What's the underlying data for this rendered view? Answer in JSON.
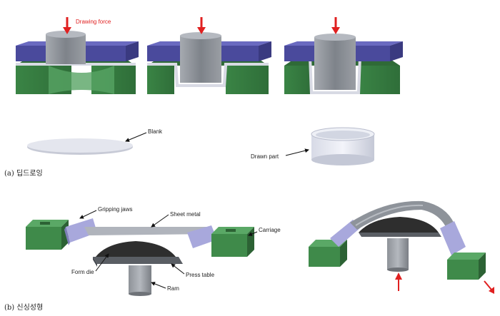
{
  "deep_drawing": {
    "caption": "(a) 딥드로잉",
    "drawing_force_label": "Drawing force",
    "blank_label": "Blank",
    "drawn_part_label": "Drawn part"
  },
  "stretch_forming": {
    "caption": "(b) 신싱성형",
    "gripping_jaws_label": "Gripping jaws",
    "sheet_metal_label": "Sheet metal",
    "carriage_label": "Carriage",
    "form_die_label": "Form die",
    "press_table_label": "Press table",
    "ram_label": "Ram"
  },
  "colors": {
    "die_blue": "#5a5aa8",
    "block_green": "#3f8a4a",
    "punch_gray": "#8a8f96",
    "sheet_light": "#cfd3e0",
    "force_red": "#e02020",
    "jaw_lavender": "#a8a8dc"
  }
}
